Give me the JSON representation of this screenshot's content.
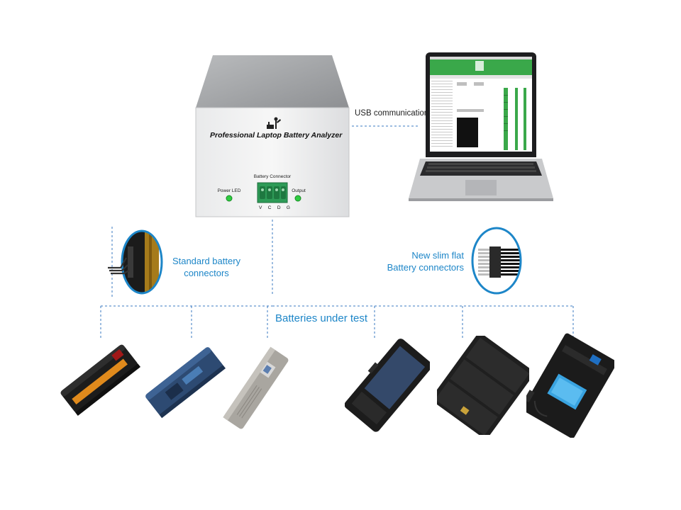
{
  "analyzer": {
    "title": "Professional Laptop Battery Analyzer",
    "power_led_label": "Power LED",
    "connector_label": "Battery Connector",
    "output_label": "Output",
    "pins": [
      "V",
      "C",
      "D",
      "G"
    ]
  },
  "link": {
    "usb_label": "USB communication"
  },
  "connectors": {
    "standard_label_line1": "Standard battery",
    "standard_label_line2": "connectors",
    "slim_label_line1": "New slim flat",
    "slim_label_line2": "Battery connectors"
  },
  "batteries": {
    "heading": "Batteries under test"
  },
  "colors": {
    "accent": "#1d86c8",
    "dash": "#3a78c2",
    "led": "#2ecc40",
    "terminal": "#2e9b57",
    "app_green": "#3aa84a"
  }
}
